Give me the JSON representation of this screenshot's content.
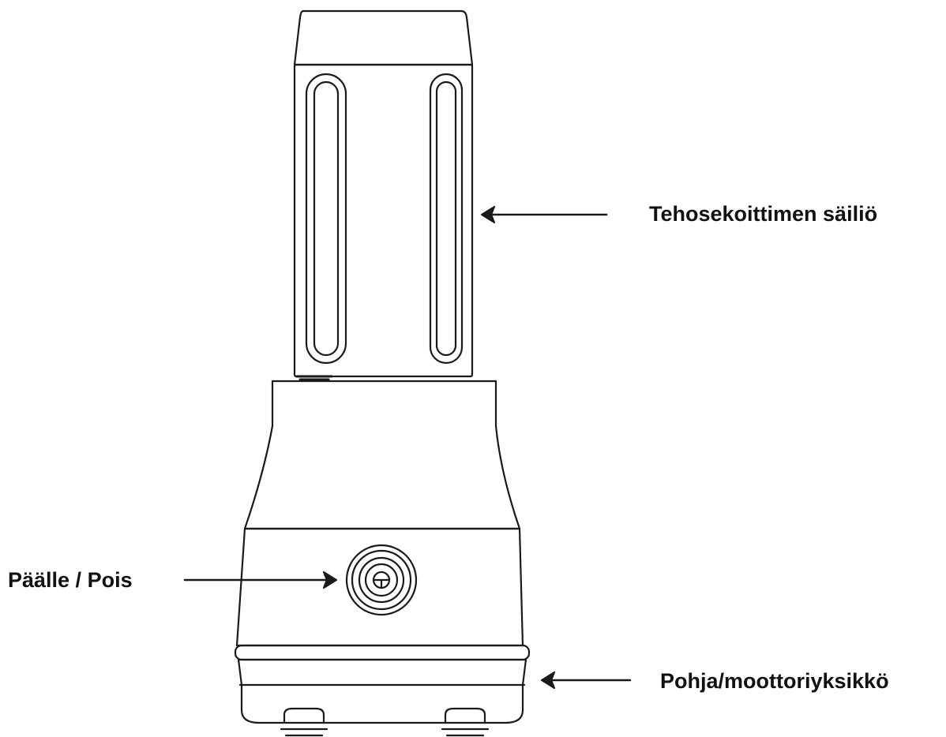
{
  "labels": {
    "jar": "Tehosekoittimen säiliö",
    "power": "Päälle / Pois",
    "base": "Pohja/moottoriyksikkö"
  },
  "colors": {
    "line": "#1a1a1a",
    "text": "#111111",
    "background": "#ffffff"
  }
}
